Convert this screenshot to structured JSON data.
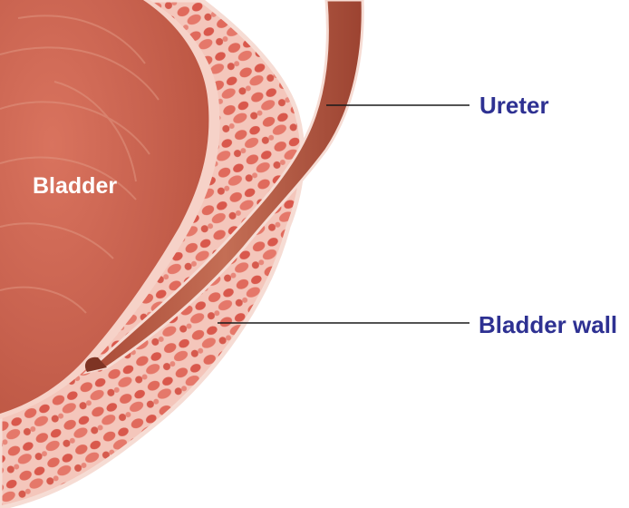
{
  "labels": {
    "bladder": "Bladder",
    "ureter": "Ureter",
    "bladder_wall": "Bladder wall"
  },
  "colors": {
    "label_text": "#2e3192",
    "leader_line": "#1a1a1a",
    "lumen_fill": "#c8624f",
    "lumen_highlight": "#e09580",
    "wall_fill": "#f4c6bb",
    "muscle_tissue": "#e06a5c",
    "ureter_fill": "#b55a45",
    "outline": "#f6dcd4"
  }
}
